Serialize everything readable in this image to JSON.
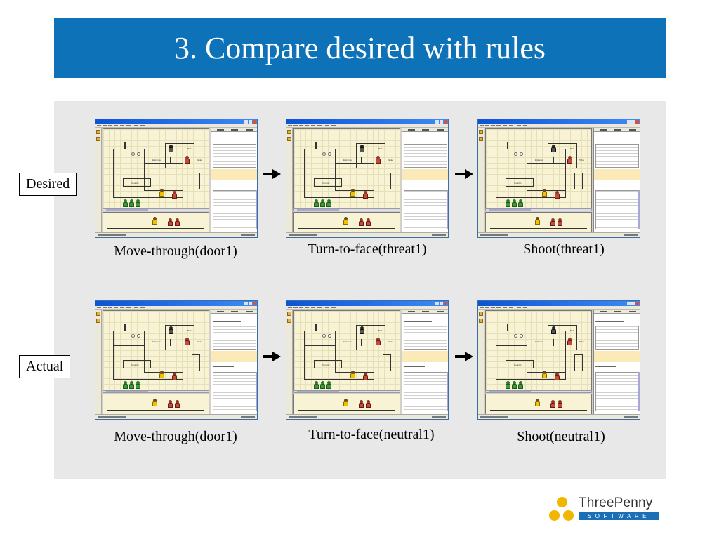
{
  "slide": {
    "title": "3. Compare desired with rules"
  },
  "rows": [
    {
      "label": "Desired",
      "steps": [
        {
          "caption": "Move-through(door1)"
        },
        {
          "caption": "Turn-to-face(threat1)"
        },
        {
          "caption": "Shoot(threat1)"
        }
      ]
    },
    {
      "label": "Actual",
      "steps": [
        {
          "caption": "Move-through(door1)"
        },
        {
          "caption": "Turn-to-face(neutral1)"
        },
        {
          "caption": "Shoot(neutral1)"
        }
      ]
    }
  ],
  "screenshot": {
    "window_title": "Diagrammatic Editor for Acquiring Knowledge used in Human Behavior Models",
    "map_labels": [
      "Bed",
      "Entrance",
      "Counter",
      "Table",
      "Counter"
    ]
  },
  "logo": {
    "name": "ThreePenny",
    "sub": "SOFTWARE"
  },
  "colors": {
    "title_bar": "#0e72b8",
    "panel": "#e8e8e8",
    "logo_dot": "#f2b500",
    "logo_band": "#1b6fb7"
  },
  "icons": {
    "arrow": "right-arrow-icon"
  }
}
